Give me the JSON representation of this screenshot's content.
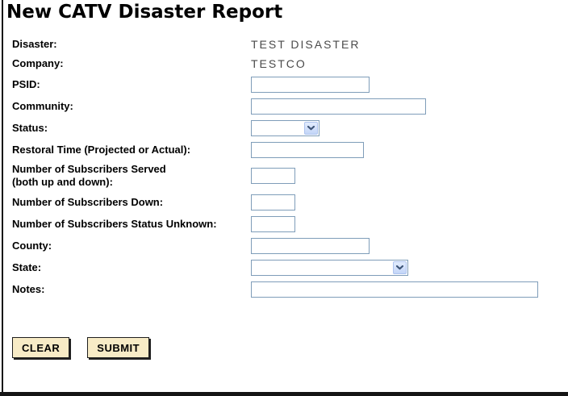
{
  "page": {
    "title": "New CATV Disaster Report"
  },
  "form": {
    "rows": [
      {
        "label": "Disaster:",
        "type": "static",
        "value": "TEST DISASTER"
      },
      {
        "label": "Company:",
        "type": "static",
        "value": "TESTCO"
      },
      {
        "label": "PSID:",
        "type": "text",
        "value": ""
      },
      {
        "label": "Community:",
        "type": "text",
        "value": ""
      },
      {
        "label": "Status:",
        "type": "select",
        "value": ""
      },
      {
        "label": "Restoral Time (Projected or Actual):",
        "type": "text",
        "value": ""
      },
      {
        "label_lines": [
          "Number of Subscribers Served",
          "(both up and down):"
        ],
        "type": "text",
        "value": ""
      },
      {
        "label": "Number of Subscribers Down:",
        "type": "text",
        "value": ""
      },
      {
        "label": "Number of Subscribers Status Unknown:",
        "type": "text",
        "value": ""
      },
      {
        "label": "County:",
        "type": "text",
        "value": ""
      },
      {
        "label": "State:",
        "type": "select",
        "value": ""
      },
      {
        "label": "Notes:",
        "type": "text",
        "value": ""
      }
    ],
    "buttons": {
      "clear_label": "CLEAR",
      "submit_label": "SUBMIT"
    }
  },
  "colors": {
    "input_border": "#7f9db9",
    "button_bg": "#f7ebc6",
    "button_shadow": "#1f1f1f",
    "static_text": "#4a4a4a",
    "select_arrow_bg": "#c3d5f8",
    "select_arrow_chevron": "#3e5577",
    "window_edge": "#141414"
  }
}
